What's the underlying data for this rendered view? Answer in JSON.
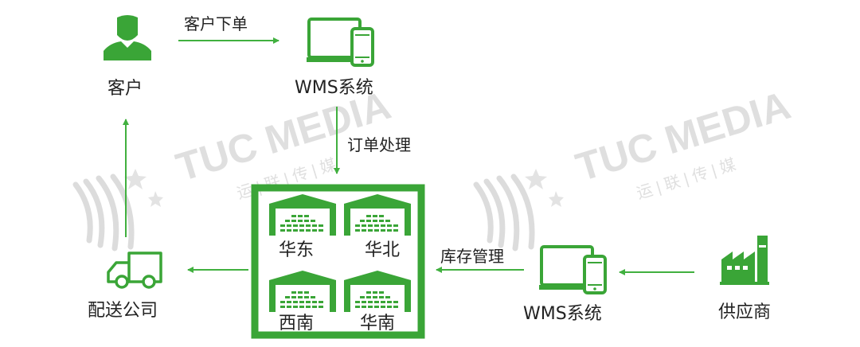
{
  "nodes": {
    "customer": "客户",
    "wms_top": "WMS系统",
    "delivery_company": "配送公司",
    "wms_bottom": "WMS系统",
    "supplier": "供应商"
  },
  "flows": {
    "customer_order": "客户下单",
    "order_processing": "订单处理",
    "inventory_management": "库存管理"
  },
  "warehouses": [
    "华东",
    "华北",
    "西南",
    "华南"
  ],
  "watermark": {
    "brand": "TUC MEDIA",
    "chinese": "运 | 联 | 传 | 媒"
  },
  "colors": {
    "accent": "#3aa537",
    "arrow": "#41b03f",
    "watermark": "#d6d6d6"
  }
}
